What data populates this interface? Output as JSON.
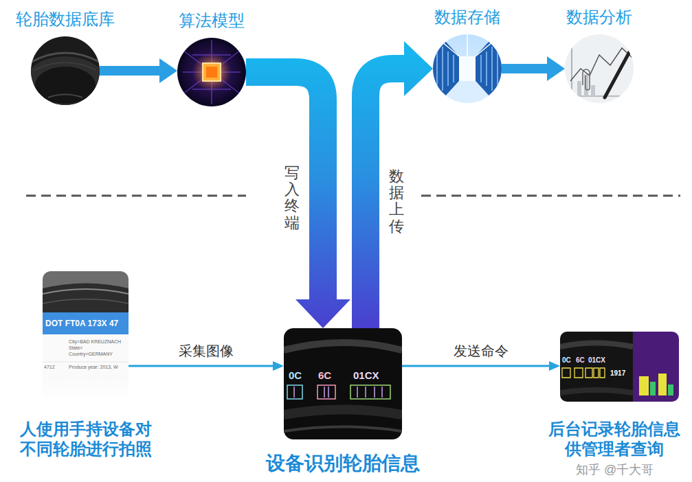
{
  "diagram": {
    "nodes": [
      {
        "text": [
          "轮胎数据底库"
        ]
      },
      {
        "text": [
          "算法模型"
        ]
      },
      {
        "text": [
          "数据存储"
        ]
      },
      {
        "text": [
          "数据分析"
        ]
      },
      {
        "text": [
          "人使用手持设备对 不同轮胎进行拍照"
        ]
      },
      {
        "text": [
          "设备识别轮胎信息"
        ]
      },
      {
        "text": [
          "后台记录轮胎信息 供管理者查询"
        ]
      }
    ],
    "edges": [
      {
        "from": 0,
        "to": 1,
        "arrow": "to"
      },
      {
        "from": 1,
        "to": 5,
        "label": "写入终端",
        "arrow": "to"
      },
      {
        "from": 5,
        "to": 2,
        "label": "数据上传",
        "arrow": "to"
      },
      {
        "from": 2,
        "to": 3,
        "arrow": "to"
      },
      {
        "from": 4,
        "to": 5,
        "label": "采集图像",
        "arrow": "to"
      },
      {
        "from": 5,
        "to": 6,
        "label": "发送命令",
        "arrow": "to"
      }
    ],
    "labels": [
      "DOT FT0A 173X 47",
      "City=BAD KREUZNACH",
      "State=",
      "Country=GERMANY",
      "4712",
      "Produce year: 2013, W",
      "0C",
      "6C",
      "01CX",
      "0C",
      "6C",
      "01CX",
      "1917",
      "知乎 @千大哥"
    ]
  }
}
